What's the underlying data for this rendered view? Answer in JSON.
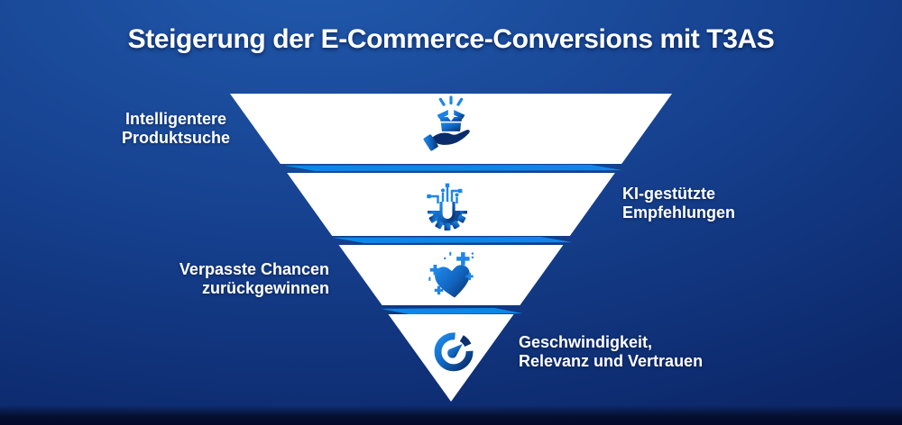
{
  "title": "Steigerung der E-Commerce-Conversions mit T3AS",
  "funnel": {
    "levels": [
      {
        "label": "Intelligentere\nProduktsuche",
        "icon": "product-in-hand-icon",
        "label_side": "left"
      },
      {
        "label": "KI-gestützte\nEmpfehlungen",
        "icon": "ai-gear-circuit-icon",
        "label_side": "right"
      },
      {
        "label": "Verpasste Chancen\nzurückgewinnen",
        "icon": "heart-plus-icon",
        "label_side": "left"
      },
      {
        "label": "Geschwindigkeit,\nRelevanz und Vertrauen",
        "icon": "speedometer-icon",
        "label_side": "right"
      }
    ]
  },
  "colors": {
    "background_top": "#2159ac",
    "background_bottom": "#081a4e",
    "segment_fill": "#ffffff",
    "divider_blue": "#0e86e9",
    "icon_bright_blue": "#1e8ae9",
    "icon_dark_navy": "#0a2a66",
    "text": "#ffffff"
  }
}
